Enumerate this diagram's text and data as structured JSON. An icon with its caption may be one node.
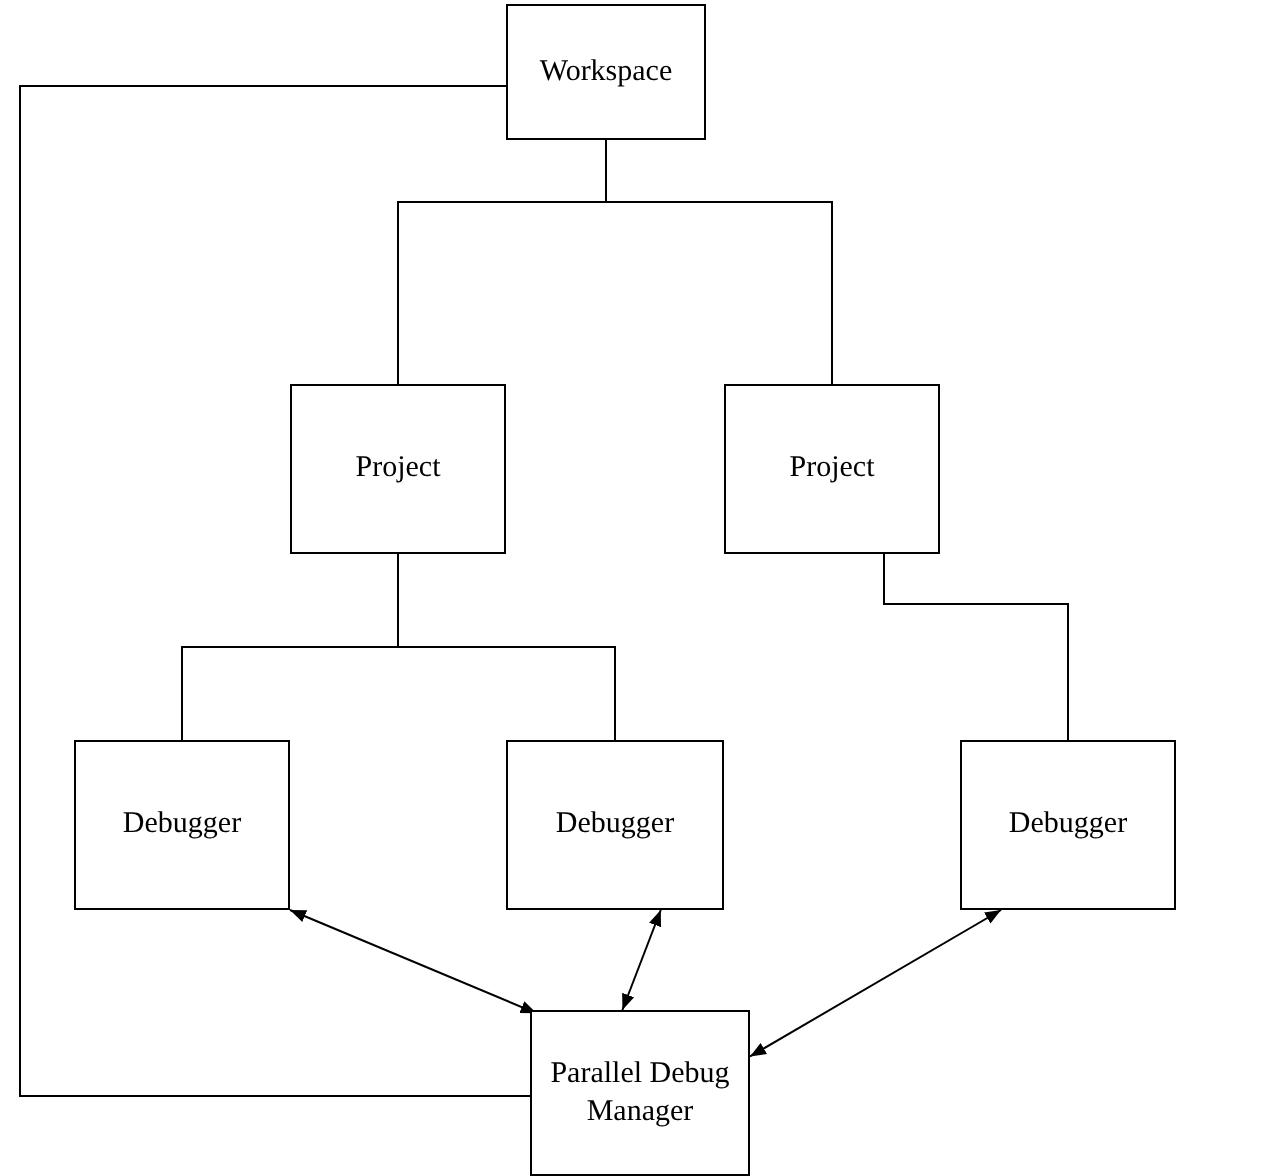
{
  "diagram": {
    "nodes": [
      {
        "text": [
          "Workspace"
        ]
      },
      {
        "text": [
          "Project"
        ]
      },
      {
        "text": [
          "Project"
        ]
      },
      {
        "text": [
          "Debugger"
        ]
      },
      {
        "text": [
          "Debugger"
        ]
      },
      {
        "text": [
          "Debugger"
        ]
      },
      {
        "text": [
          "Parallel Debug Manager"
        ]
      }
    ],
    "edges": [
      {
        "from": 0,
        "to": 1,
        "arrow": "none"
      },
      {
        "from": 0,
        "to": 2,
        "arrow": "none"
      },
      {
        "from": 1,
        "to": 3,
        "arrow": "none"
      },
      {
        "from": 1,
        "to": 4,
        "arrow": "none"
      },
      {
        "from": 2,
        "to": 5,
        "arrow": "none"
      },
      {
        "from": 0,
        "to": 6,
        "arrow": "none"
      },
      {
        "from": 3,
        "to": 6,
        "arrow": "both"
      },
      {
        "from": 4,
        "to": 6,
        "arrow": "both"
      },
      {
        "from": 5,
        "to": 6,
        "arrow": "both"
      }
    ]
  }
}
